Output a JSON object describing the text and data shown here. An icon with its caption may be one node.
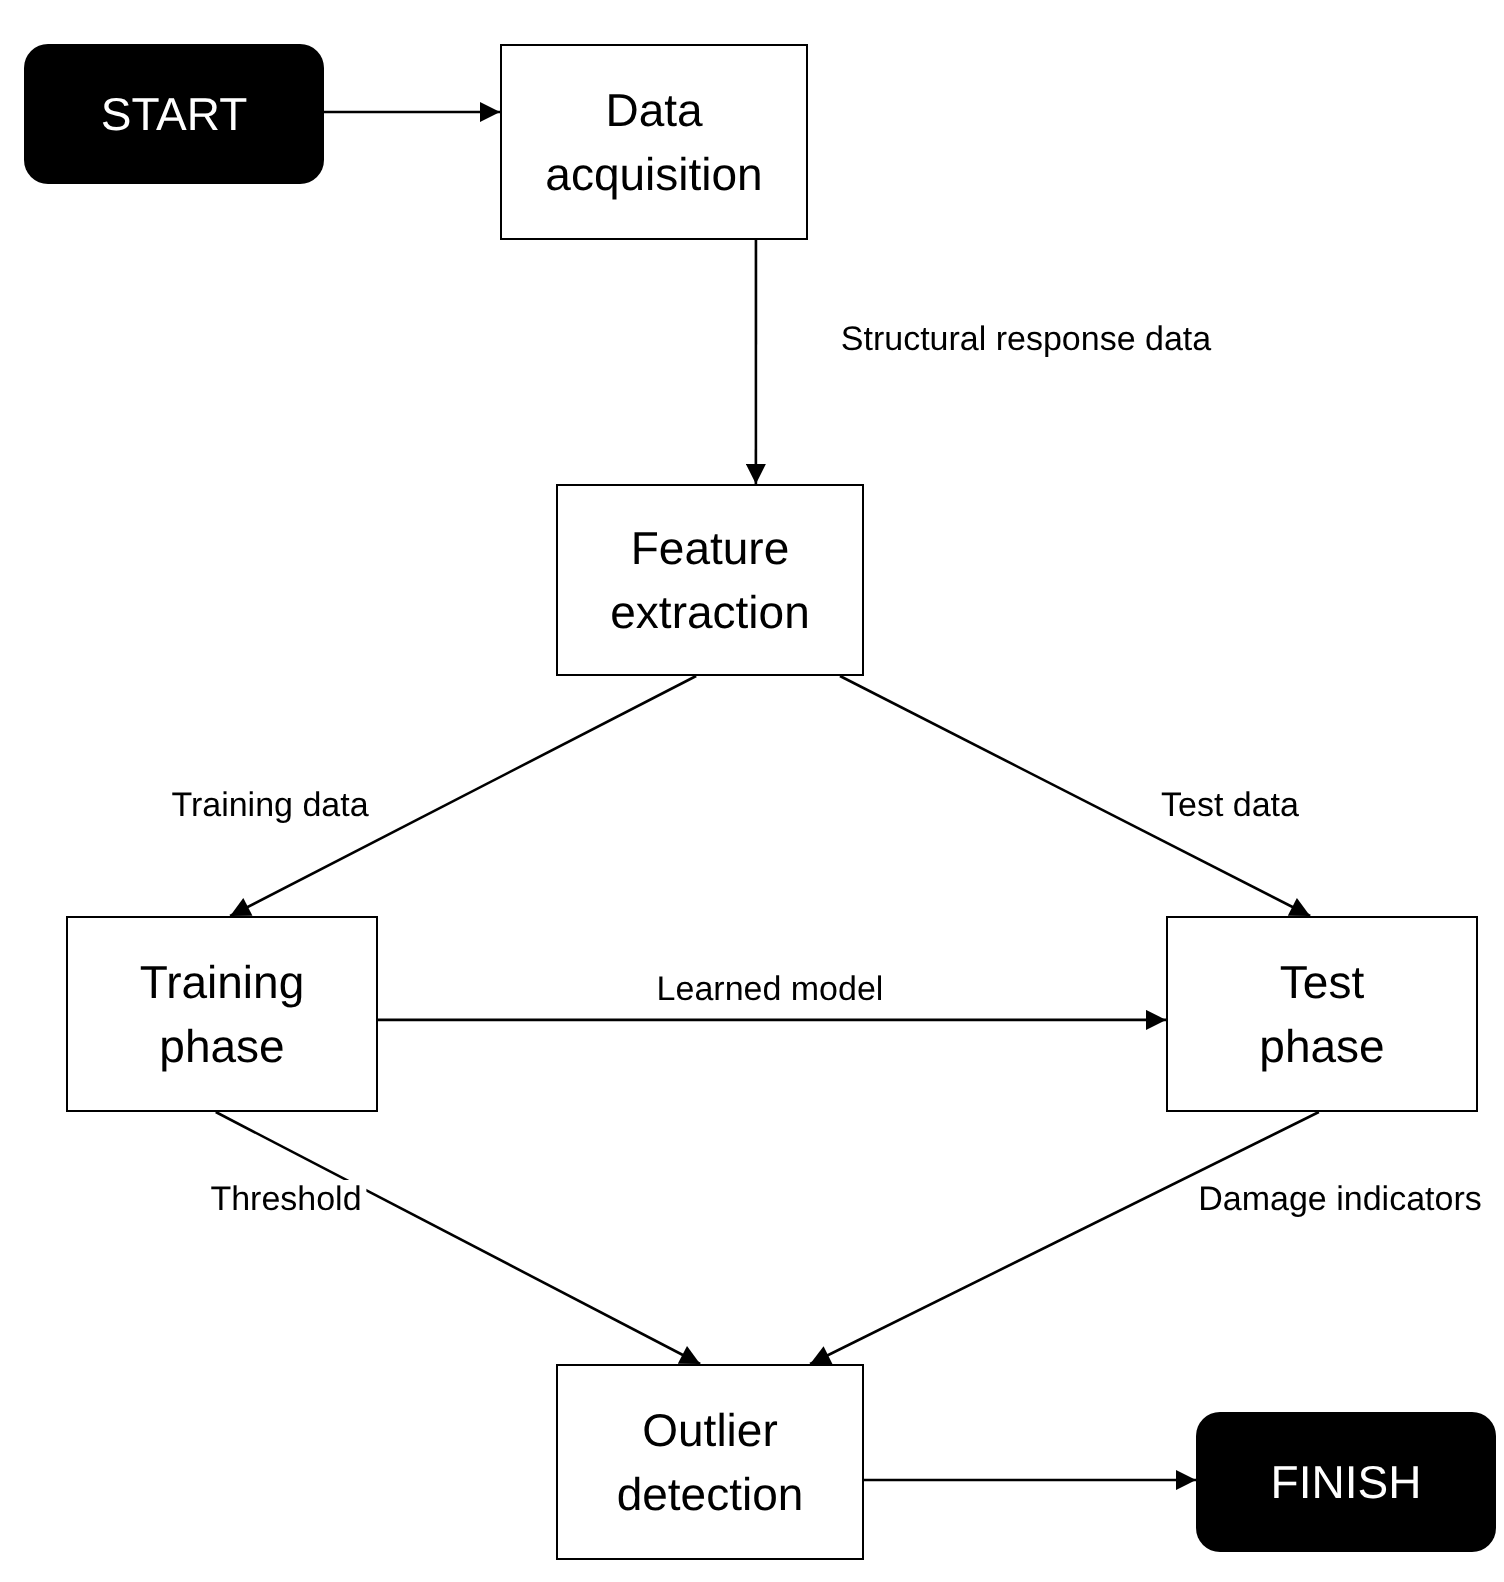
{
  "diagram": {
    "nodes": [
      {
        "text": [
          "START"
        ]
      },
      {
        "text": [
          "Data acquisition"
        ]
      },
      {
        "text": [
          "Feature extraction"
        ]
      },
      {
        "text": [
          "Training phase"
        ]
      },
      {
        "text": [
          "Test phase"
        ]
      },
      {
        "text": [
          "Outlier detection"
        ]
      },
      {
        "text": [
          "FINISH"
        ]
      }
    ],
    "edges": [
      {
        "from": 0,
        "to": 1,
        "arrow": "to"
      },
      {
        "from": 1,
        "to": 2,
        "arrow": "to",
        "label": "Structural response data"
      },
      {
        "from": 2,
        "to": 3,
        "arrow": "to",
        "label": "Training data"
      },
      {
        "from": 2,
        "to": 4,
        "arrow": "to",
        "label": "Test data"
      },
      {
        "from": 3,
        "to": 4,
        "arrow": "to",
        "label": "Learned model"
      },
      {
        "from": 3,
        "to": 5,
        "arrow": "to",
        "label": "Threshold"
      },
      {
        "from": 4,
        "to": 5,
        "arrow": "to",
        "label": "Damage indicators"
      },
      {
        "from": 5,
        "to": 6,
        "arrow": "to"
      }
    ]
  }
}
